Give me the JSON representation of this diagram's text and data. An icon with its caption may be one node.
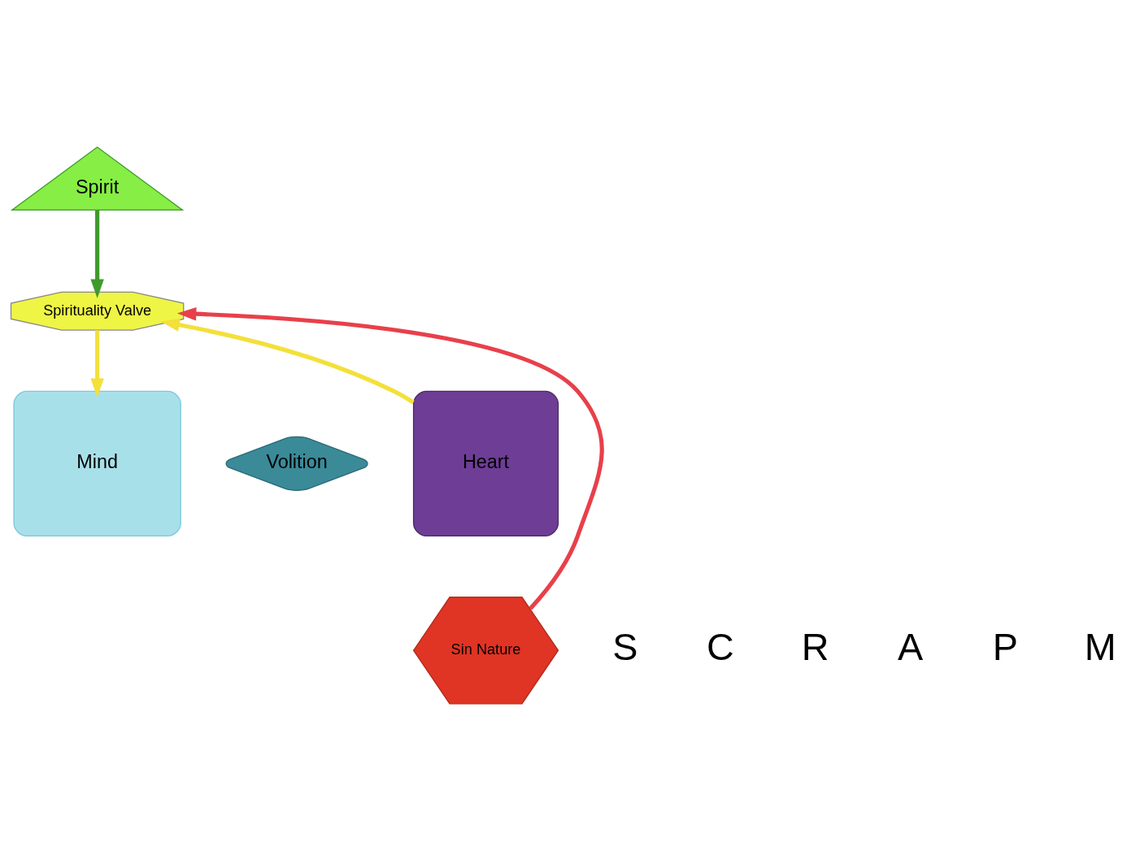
{
  "diagram": {
    "nodes": [
      {
        "text": [
          "Spirit"
        ]
      },
      {
        "text": [
          "Spirituality Valve"
        ]
      },
      {
        "text": [
          "Mind"
        ]
      },
      {
        "text": [
          "Volition"
        ]
      },
      {
        "text": [
          "Heart"
        ]
      },
      {
        "text": [
          "Sin Nature"
        ]
      }
    ],
    "edges": [
      {
        "from": 0,
        "to": 1,
        "arrow": "to",
        "color": "#3f9a2c"
      },
      {
        "from": 5,
        "to": 1,
        "arrow": "to",
        "color": "#e8404a"
      },
      {
        "from": 1,
        "to": 2,
        "arrow": "to",
        "color": "#f3e03a"
      },
      {
        "from": 4,
        "to": 1,
        "arrow": "to",
        "color": "#f3e03a"
      }
    ],
    "labels": [
      "S",
      "C",
      "R",
      "A",
      "P",
      "M"
    ]
  }
}
